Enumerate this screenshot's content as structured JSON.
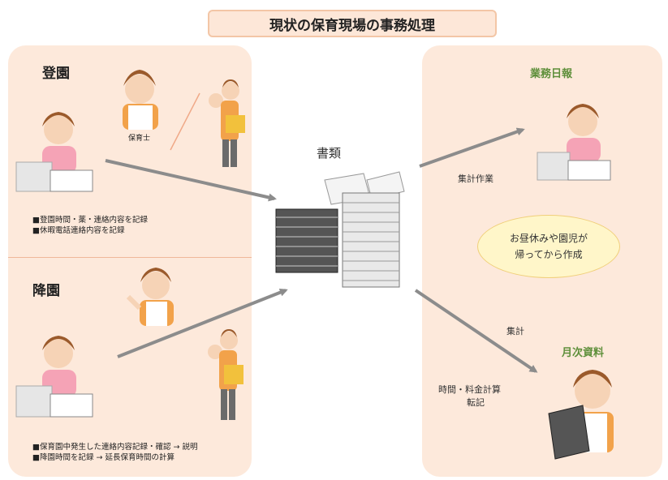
{
  "title": "現状の保育現場の事務処理",
  "left": {
    "arrival_heading": "登園",
    "arrival_caption": "保育士",
    "arrival_notes": [
      "■登園時間・薬・連絡内容を記録",
      "■休暇電話連絡内容を記録"
    ],
    "departure_heading": "降園",
    "departure_notes": [
      "■保育園中発生した連絡内容記録・確認 → 説明",
      "■降園時間を記録 → 延長保育時間の計算"
    ]
  },
  "center": {
    "documents_label": "書類"
  },
  "right": {
    "daily_heading": "業務日報",
    "aggregate_work": "集計作業",
    "bubble_lines": [
      "お昼休みや園児が",
      "帰ってから作成"
    ],
    "aggregate": "集計",
    "monthly_heading": "月次資料",
    "time_fee_lines": [
      "時間・料金計算",
      "転記"
    ]
  },
  "colors": {
    "panel": "#fde9db",
    "arrow": "#8c8c8c",
    "green_heading": "#5e8f3a",
    "bubble": "#fff6c9"
  },
  "icons": [
    "teacher-writing-icon",
    "teacher-phone-icon",
    "parent-with-baby-icon",
    "teacher-waving-icon",
    "document-stack-icon",
    "teacher-laptop-icon"
  ]
}
